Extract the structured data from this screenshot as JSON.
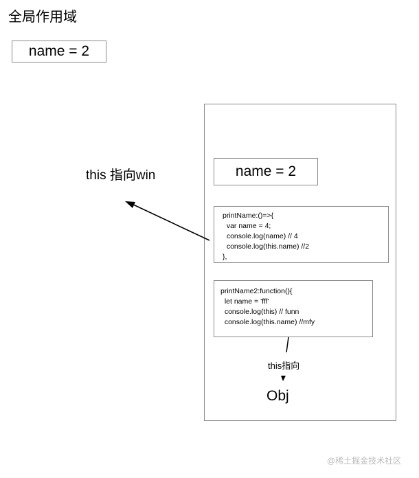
{
  "global_scope_title": "全局作用域",
  "global_var": "name = 2",
  "this_to_window_label": "this 指向win",
  "object": {
    "inner_var": "name = 2",
    "print_name": [
      "printName:()=>{",
      "  var name = 4;",
      "  console.log(name) // 4",
      "  console.log(this.name) //2",
      "},"
    ],
    "print_name2": [
      "printName2:function(){",
      "  let name = 'fff'",
      "  console.log(this) // funn",
      "  console.log(this.name) //mfy"
    ],
    "this_points_label": "this指向",
    "target_label": "Obj"
  },
  "watermark": "@稀土掘金技术社区"
}
